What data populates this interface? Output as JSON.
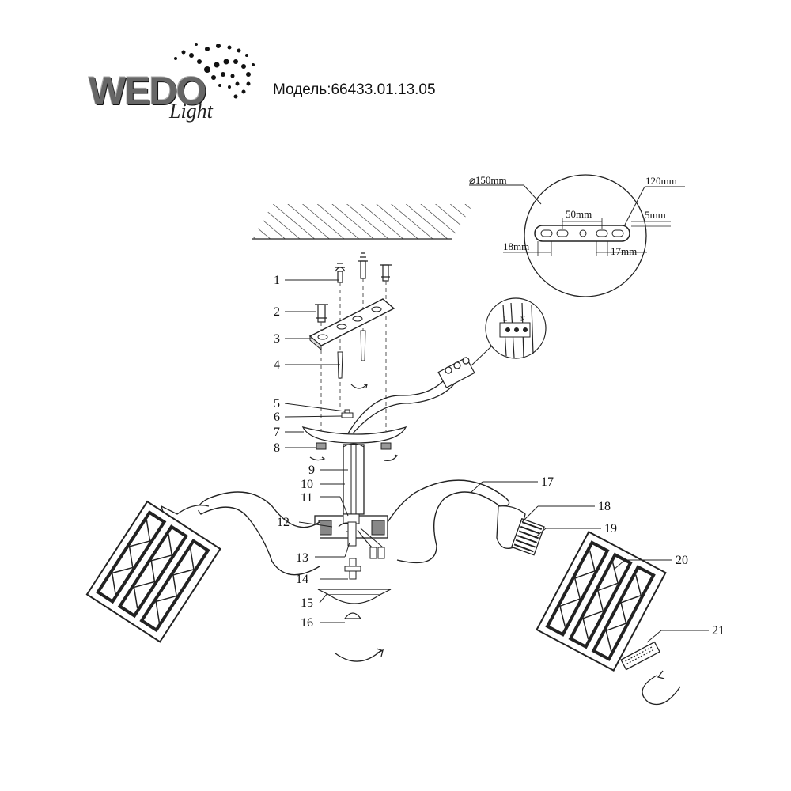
{
  "brand": {
    "word": "WEDO",
    "script": "Light"
  },
  "model": "Модель:66433.01.13.05",
  "mounting_plate_detail": {
    "diameter": "⌀150mm",
    "length": "120mm",
    "hole_spacing": "50mm",
    "thickness": "5mm",
    "left_slot": "18mm",
    "right_slot": "17mm"
  },
  "terminal_labels": [
    "L",
    "N"
  ],
  "parts": [
    "1",
    "2",
    "3",
    "4",
    "5",
    "6",
    "7",
    "8",
    "9",
    "10",
    "11",
    "12",
    "13",
    "14",
    "15",
    "16",
    "17",
    "18",
    "19",
    "20",
    "21"
  ]
}
